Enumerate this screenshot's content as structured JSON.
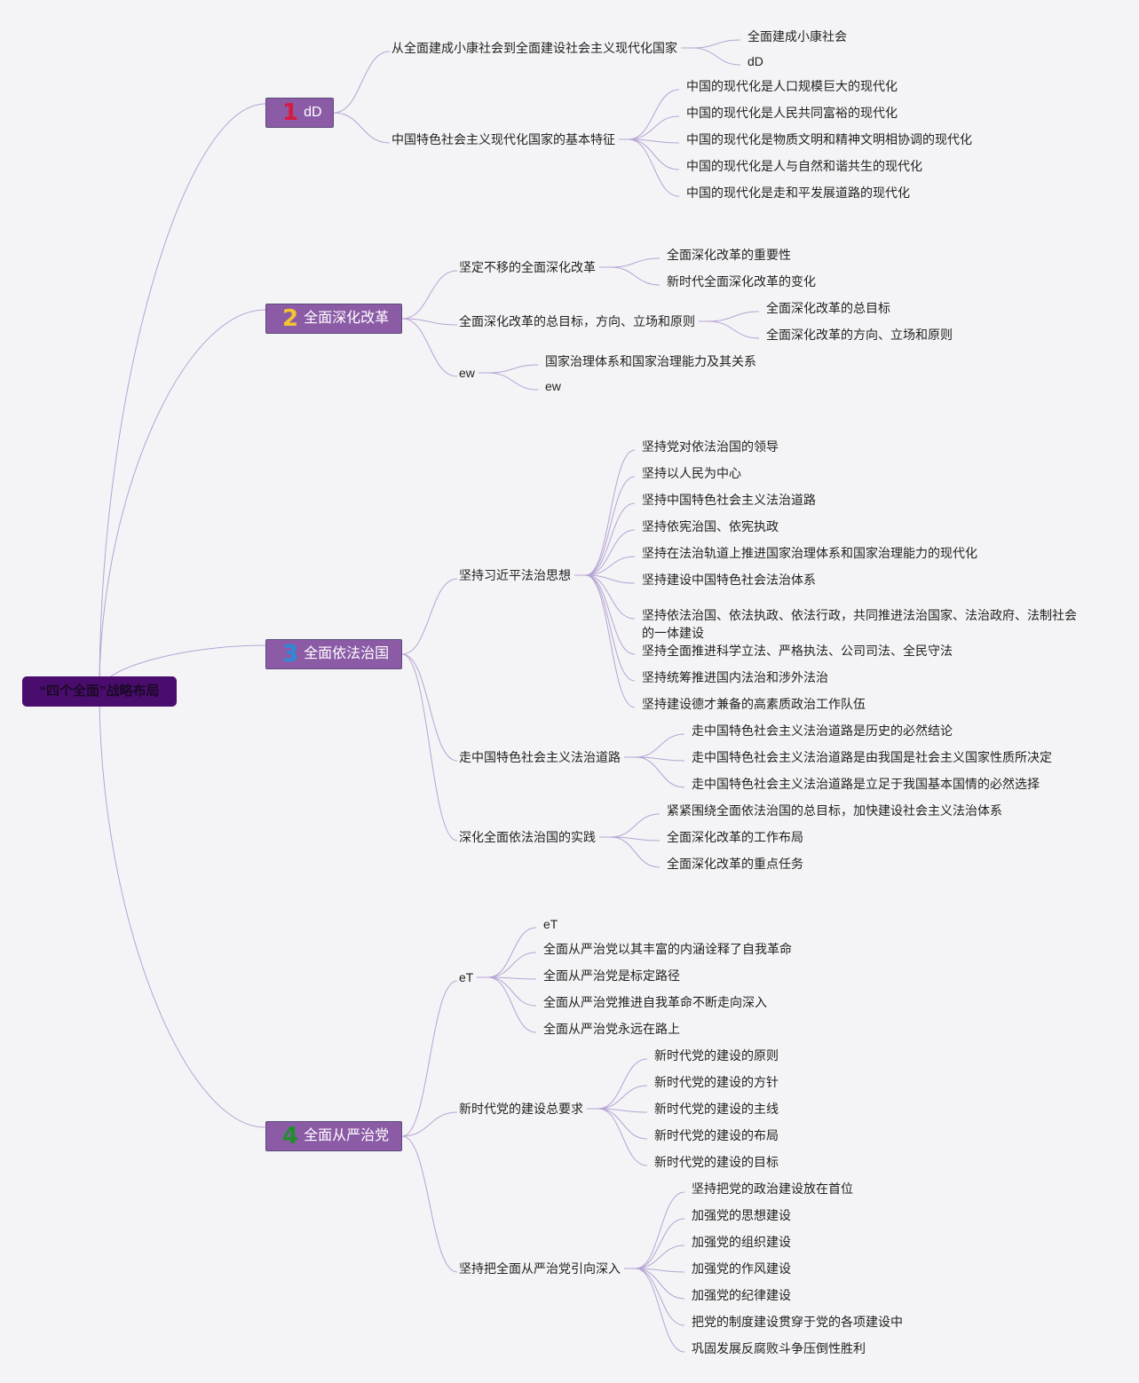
{
  "colors": {
    "line": "#b6a3d4",
    "root_bg": "#4a0d6e",
    "branch_bg": "#8b5ba6",
    "badge": [
      "#d8193f",
      "#f2c531",
      "#2a8bd8",
      "#1f8f2b"
    ]
  },
  "root": {
    "label": "“四个全面”战略布局"
  },
  "branches": [
    {
      "badge": "1",
      "label": "dD",
      "children": [
        {
          "label": "从全面建成小康社会到全面建设社会主义现代化国家",
          "children": [
            "全面建成小康社会",
            "dD"
          ]
        },
        {
          "label": "中国特色社会主义现代化国家的基本特征",
          "children": [
            "中国的现代化是人口规模巨大的现代化",
            "中国的现代化是人民共同富裕的现代化",
            "中国的现代化是物质文明和精神文明相协调的现代化",
            "中国的现代化是人与自然和谐共生的现代化",
            "中国的现代化是走和平发展道路的现代化"
          ]
        }
      ]
    },
    {
      "badge": "2",
      "label": "全面深化改革",
      "children": [
        {
          "label": "坚定不移的全面深化改革",
          "children": [
            "全面深化改革的重要性",
            "新时代全面深化改革的变化"
          ]
        },
        {
          "label": "全面深化改革的总目标，方向、立场和原则",
          "children": [
            "全面深化改革的总目标",
            "全面深化改革的方向、立场和原则"
          ]
        },
        {
          "label": "ew",
          "children": [
            "国家治理体系和国家治理能力及其关系",
            "ew"
          ]
        }
      ]
    },
    {
      "badge": "3",
      "label": "全面依法治国",
      "children": [
        {
          "label": "坚持习近平法治思想",
          "children": [
            "坚持党对依法治国的领导",
            "坚持以人民为中心",
            "坚持中国特色社会主义法治道路",
            "坚持依宪治国、依宪执政",
            "坚持在法治轨道上推进国家治理体系和国家治理能力的现代化",
            "坚持建设中国特色社会法治体系",
            "坚持依法治国、依法执政、依法行政，共同推进法治国家、法治政府、法制社会的一体建设",
            "坚持全面推进科学立法、严格执法、公司司法、全民守法",
            "坚持统筹推进国内法治和涉外法治",
            "坚持建设德才兼备的高素质政治工作队伍"
          ]
        },
        {
          "label": "走中国特色社会主义法治道路",
          "children": [
            "走中国特色社会主义法治道路是历史的必然结论",
            "走中国特色社会主义法治道路是由我国是社会主义国家性质所决定",
            "走中国特色社会主义法治道路是立足于我国基本国情的必然选择"
          ]
        },
        {
          "label": "深化全面依法治国的实践",
          "children": [
            "紧紧围绕全面依法治国的总目标，加快建设社会主义法治体系",
            "全面深化改革的工作布局",
            "全面深化改革的重点任务"
          ]
        }
      ]
    },
    {
      "badge": "4",
      "label": "全面从严治党",
      "children": [
        {
          "label": "eT",
          "children": [
            "eT",
            "全面从严治党以其丰富的内涵诠释了自我革命",
            "全面从严治党是标定路径",
            "全面从严治党推进自我革命不断走向深入",
            "全面从严治党永远在路上"
          ]
        },
        {
          "label": "新时代党的建设总要求",
          "children": [
            "新时代党的建设的原则",
            "新时代党的建设的方针",
            "新时代党的建设的主线",
            "新时代党的建设的布局",
            "新时代党的建设的目标"
          ]
        },
        {
          "label": "坚持把全面从严治党引向深入",
          "children": [
            "坚持把党的政治建设放在首位",
            "加强党的思想建设",
            "加强党的组织建设",
            "加强党的作风建设",
            "加强党的纪律建设",
            "把党的制度建设贯穿于党的各项建设中",
            "巩固发展反腐败斗争压倒性胜利"
          ]
        }
      ]
    }
  ]
}
